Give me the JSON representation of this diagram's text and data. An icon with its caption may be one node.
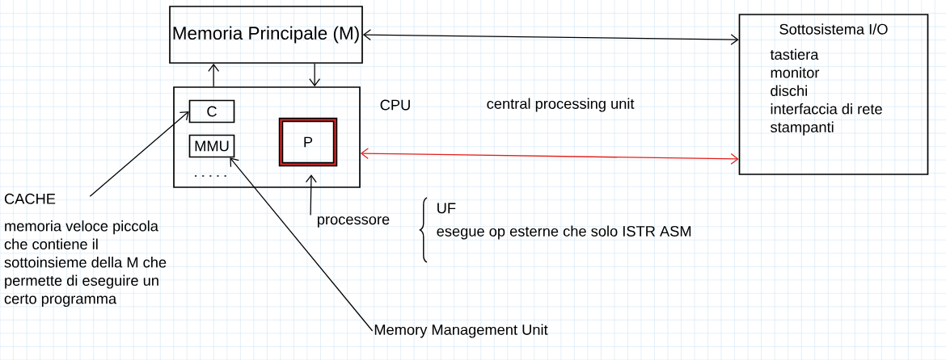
{
  "diagram": {
    "nodes": [
      {
        "text": [
          "Memoria Principale (M)"
        ]
      },
      {
        "text": [],
        "shape": "box"
      },
      {
        "text": [
          "C"
        ],
        "in": 1
      },
      {
        "text": [
          "MMU"
        ],
        "in": 1
      },
      {
        "text": [
          "P"
        ],
        "in": 1
      },
      {
        "text": [
          "Sottosistema I/O",
          "tastiera",
          "monitor",
          "dischi",
          "interfaccia di rete",
          "stampanti"
        ]
      },
      {
        "text": [
          "CACHE",
          "memoria veloce piccola che contiene il sottoinsieme della M che permette di eseguire un certo programma"
        ]
      },
      {
        "text": [
          "Memory Management Unit"
        ]
      },
      {
        "text": [
          "processore"
        ]
      }
    ],
    "edges": [
      {
        "from": 1,
        "to": 0,
        "arrow": "to"
      },
      {
        "from": 0,
        "to": 1,
        "arrow": "to"
      },
      {
        "from": 0,
        "to": 5,
        "arrow": "both"
      },
      {
        "from": 1,
        "to": 5,
        "arrow": "both",
        "color": "#e0201c"
      },
      {
        "from": 6,
        "to": 2,
        "arrow": "to"
      },
      {
        "from": 7,
        "to": 3,
        "arrow": "to"
      },
      {
        "from": 8,
        "to": 4,
        "arrow": "to"
      }
    ],
    "labels": [
      "CPU",
      "central processing unit",
      "UF",
      "esegue op esterne che solo ISTR ASM"
    ]
  }
}
